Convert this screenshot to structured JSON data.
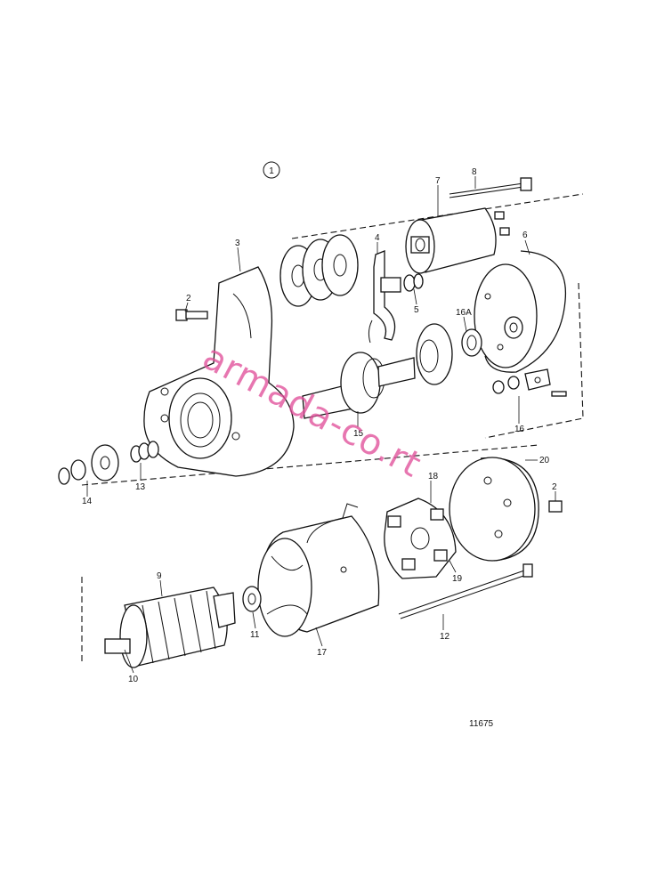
{
  "diagram": {
    "group_marker": "1",
    "drawing_number": "11675",
    "watermark": "armada-co.rt",
    "callouts": {
      "c2a": "2",
      "c3": "3",
      "c4": "4",
      "c5": "5",
      "c6": "6",
      "c7": "7",
      "c8": "8",
      "c9": "9",
      "c10": "10",
      "c11": "11",
      "c12": "12",
      "c13": "13",
      "c14": "14",
      "c15": "15",
      "c16": "16",
      "c16a": "16A",
      "c17": "17",
      "c18": "18",
      "c19": "19",
      "c20": "20",
      "c2b": "2"
    }
  }
}
